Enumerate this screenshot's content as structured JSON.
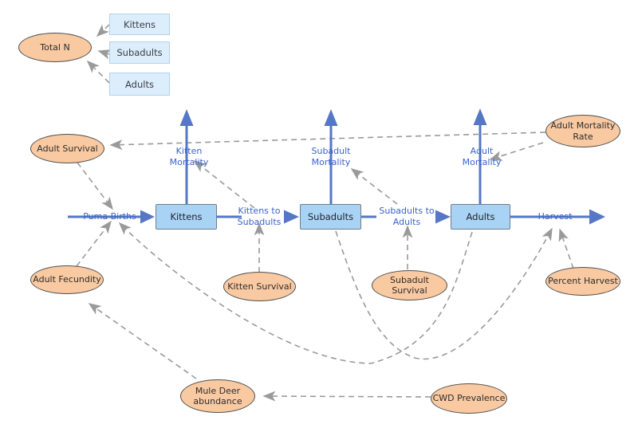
{
  "summary": {
    "total_n": "Total N",
    "boxes": [
      "Kittens",
      "Subadults",
      "Adults"
    ]
  },
  "stocks": {
    "kittens": "Kittens",
    "subadults": "Subadults",
    "adults": "Adults"
  },
  "flows": {
    "puma_births": "Puma Births",
    "kitten_mortality": "Kitten\nMortality",
    "subadult_mortality": "Subadult\nMortality",
    "adult_mortality": "Adult\nMortality",
    "kittens_to_subadults": "Kittens to\nSubadults",
    "subadults_to_adults": "Subadults to\nAdults",
    "harvest": "Harvest"
  },
  "converters": {
    "adult_survival": "Adult Survival",
    "adult_mortality_rate": "Adult Mortality\nRate",
    "adult_fecundity": "Adult Fecundity",
    "kitten_survival": "Kitten Survival",
    "subadult_survival": "Subadult Survival",
    "percent_harvest": "Percent Harvest",
    "mule_deer_abundance": "Mule Deer\nabundance",
    "cwd_prevalence": "CWD Prevalence"
  },
  "colors": {
    "flow_blue": "#5577c5",
    "label_blue": "#3a64c8",
    "stock_fill": "#a9d3f4",
    "stock_border": "#6e7e8e",
    "summary_fill": "#dceefb",
    "oval_fill": "#f9c9a1",
    "oval_border": "#4f4f4f",
    "connector_gray": "#9a9a9a"
  }
}
